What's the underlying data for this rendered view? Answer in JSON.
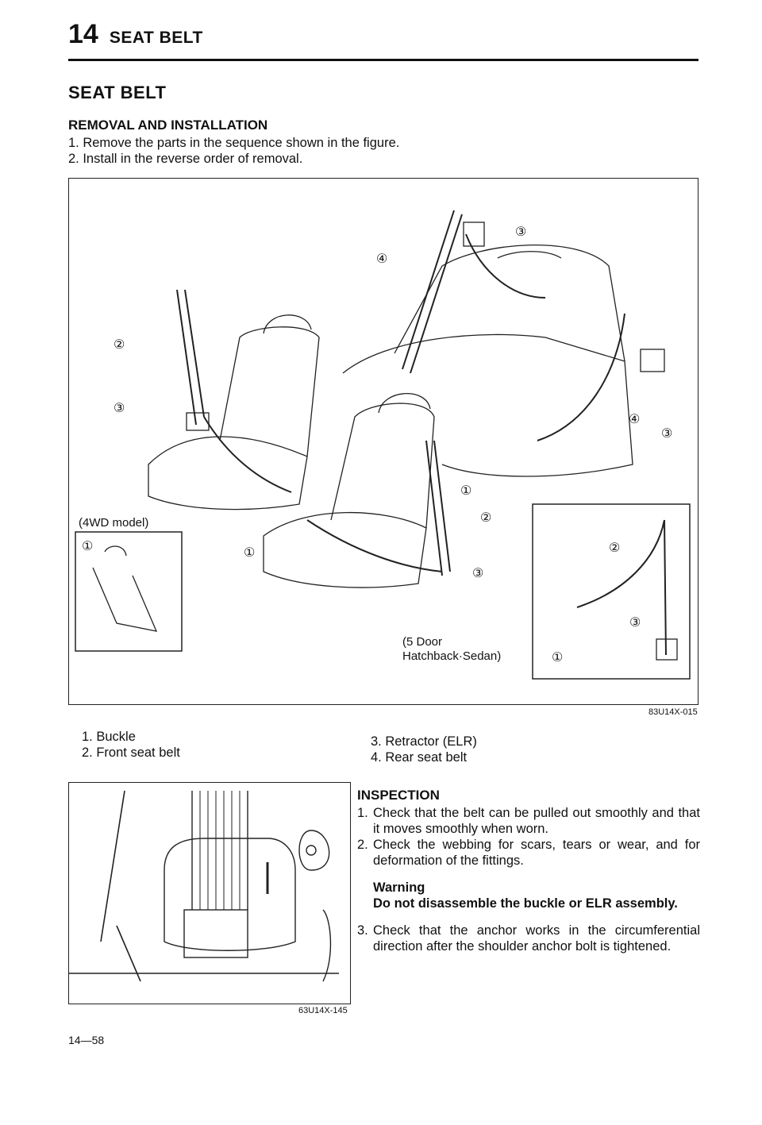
{
  "header": {
    "chapter_number": "14",
    "chapter_title": "SEAT BELT"
  },
  "section_title": "SEAT BELT",
  "removal": {
    "heading": "REMOVAL AND INSTALLATION",
    "steps": [
      "1. Remove the parts in the sequence shown in the figure.",
      "2. Install in the reverse order of removal."
    ]
  },
  "main_figure": {
    "code": "83U14X-015",
    "label_4wd": "(4WD model)",
    "label_5door_line1": "(5 Door",
    "label_5door_line2": "Hatchback·Sedan)",
    "callouts": {
      "c1": "①",
      "c2": "②",
      "c3": "③",
      "c4": "④"
    }
  },
  "legend": {
    "left": [
      "1. Buckle",
      "2. Front seat belt"
    ],
    "right": [
      "3. Retractor (ELR)",
      "4. Rear seat belt"
    ]
  },
  "small_figure": {
    "code": "63U14X-145"
  },
  "inspection": {
    "heading": "INSPECTION",
    "items": [
      {
        "num": "1.",
        "text": "Check that the belt can be pulled out smoothly and that it moves smoothly when worn."
      },
      {
        "num": "2.",
        "text": "Check the webbing for scars, tears or wear, and for deformation of the fittings."
      },
      {
        "num": "3.",
        "text": "Check that the anchor works in the circumferential direction after the shoulder anchor bolt is tightened."
      }
    ],
    "warning_title": "Warning",
    "warning_text": "Do not disassemble the buckle or ELR assembly."
  },
  "page_number": "14—58"
}
